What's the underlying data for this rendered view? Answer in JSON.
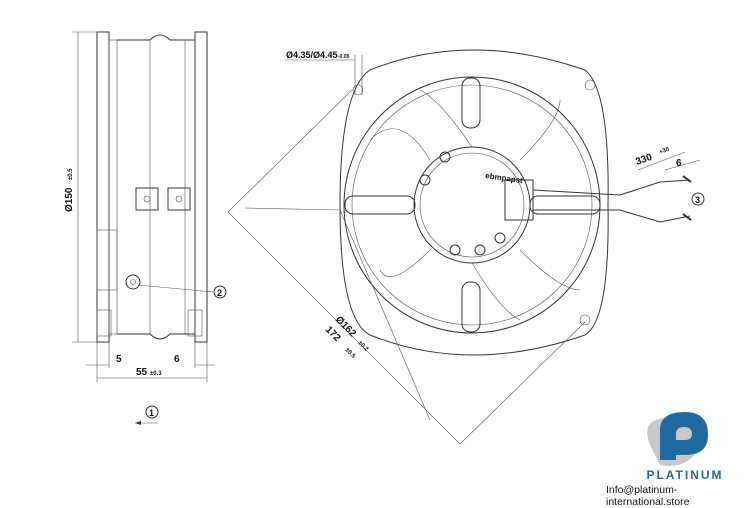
{
  "drawing": {
    "hole_dim": "Ø4.35/Ø4.45",
    "hole_tol": "-0.05",
    "cable_len": "330",
    "cable_tol": "+30",
    "strip_len": "6",
    "diam_162": "Ø162",
    "diam_162_tol": "±0.2",
    "diag_172": "172",
    "diag_172_tol": "±0.5",
    "diam_150": "Ø150",
    "diam_150_tol": "±0.5",
    "dim_5": "5",
    "dim_55": "55",
    "dim_55_tol": "±0.3",
    "dim_6": "6",
    "callout_1": "1",
    "callout_2": "2",
    "callout_3": "3",
    "brand_label": "ebmpapst"
  },
  "watermark": {
    "name": "PLATINUM",
    "email": "Info@platinum-international.store",
    "color_blue": "#1f6aa0",
    "color_gray": "#c8c8c8"
  }
}
